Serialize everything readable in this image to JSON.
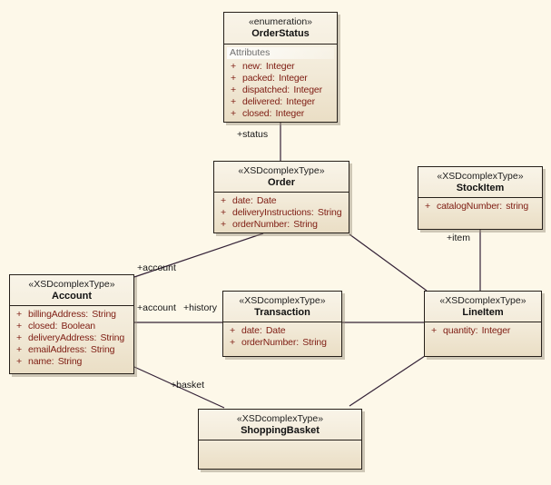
{
  "diagram": {
    "colors": {
      "background": "#FDF8E9",
      "node_fill_top": "#F9F4E8",
      "node_fill_bottom": "#EADEC5",
      "node_border": "#26201A",
      "attribute_text": "#7E1C12",
      "name_text": "#111111",
      "section_label_text": "#6E6E6E",
      "connector": "#332136",
      "label_text": "#161616"
    },
    "nodes": [
      {
        "id": "orderstatus",
        "stereotype": "«enumeration»",
        "name": "OrderStatus",
        "section_label": "Attributes",
        "attributes": [
          {
            "vis": "+",
            "text": "new: Integer"
          },
          {
            "vis": "+",
            "text": "packed: Integer"
          },
          {
            "vis": "+",
            "text": "dispatched: Integer"
          },
          {
            "vis": "+",
            "text": "delivered: Integer"
          },
          {
            "vis": "+",
            "text": "closed: Integer"
          }
        ]
      },
      {
        "id": "order",
        "stereotype": "«XSDcomplexType»",
        "name": "Order",
        "attributes": [
          {
            "vis": "+",
            "text": "date: Date"
          },
          {
            "vis": "+",
            "text": "deliveryInstructions: String"
          },
          {
            "vis": "+",
            "text": "orderNumber: String"
          }
        ]
      },
      {
        "id": "stockitem",
        "stereotype": "«XSDcomplexType»",
        "name": "StockItem",
        "attributes": [
          {
            "vis": "+",
            "text": "catalogNumber: string"
          }
        ]
      },
      {
        "id": "account",
        "stereotype": "«XSDcomplexType»",
        "name": "Account",
        "attributes": [
          {
            "vis": "+",
            "text": "billingAddress: String"
          },
          {
            "vis": "+",
            "text": "closed: Boolean"
          },
          {
            "vis": "+",
            "text": "deliveryAddress: String"
          },
          {
            "vis": "+",
            "text": "emailAddress: String"
          },
          {
            "vis": "+",
            "text": "name: String"
          }
        ]
      },
      {
        "id": "transaction",
        "stereotype": "«XSDcomplexType»",
        "name": "Transaction",
        "attributes": [
          {
            "vis": "+",
            "text": "date: Date"
          },
          {
            "vis": "+",
            "text": "orderNumber: String"
          }
        ]
      },
      {
        "id": "lineitem",
        "stereotype": "«XSDcomplexType»",
        "name": "LineItem",
        "attributes": [
          {
            "vis": "+",
            "text": "quantity: Integer"
          }
        ]
      },
      {
        "id": "shoppingbasket",
        "stereotype": "«XSDcomplexType»",
        "name": "ShoppingBasket",
        "attributes": []
      }
    ],
    "connector_labels": [
      {
        "id": "status",
        "text": "+status"
      },
      {
        "id": "order-account",
        "text": "+account"
      },
      {
        "id": "transaction-account",
        "text": "+account"
      },
      {
        "id": "transaction-history",
        "text": "+history"
      },
      {
        "id": "item",
        "text": "+item"
      },
      {
        "id": "basket",
        "text": "+basket"
      }
    ]
  }
}
